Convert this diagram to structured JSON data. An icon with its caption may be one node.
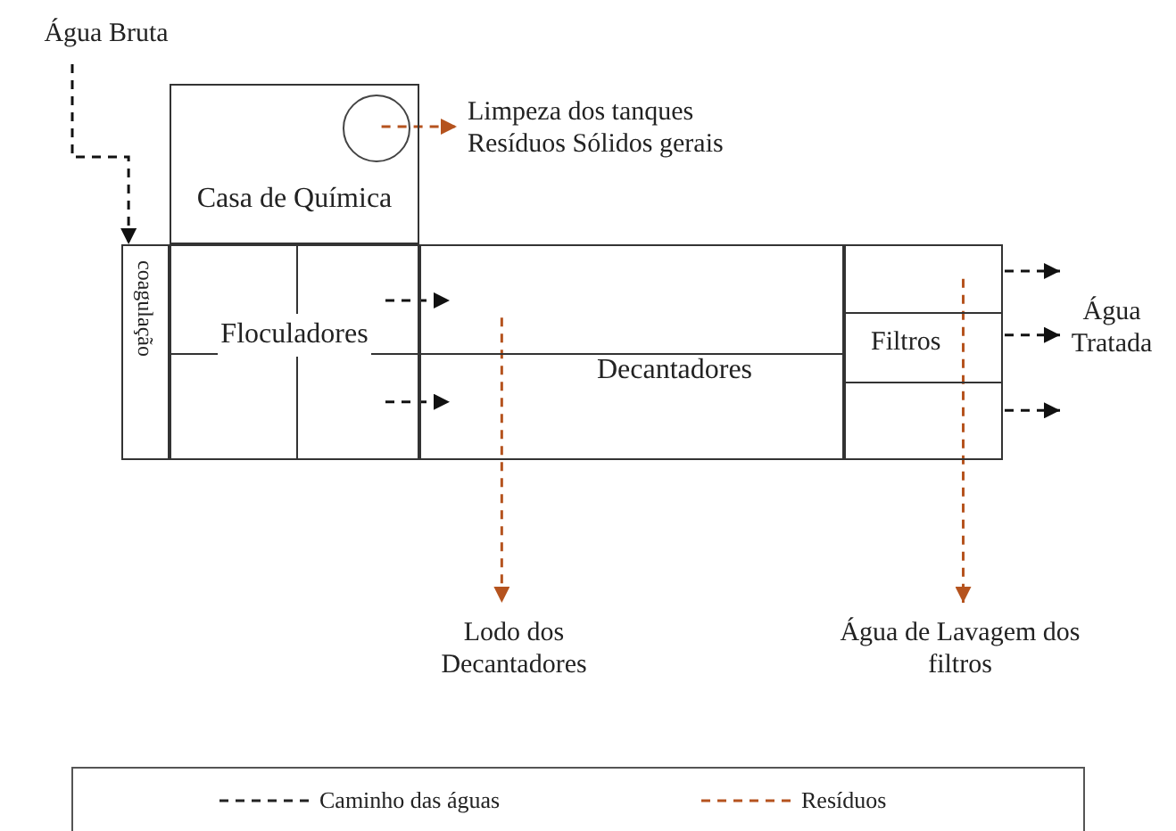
{
  "diagram": {
    "nodes": [
      {
        "text": [
          "Água Bruta"
        ]
      },
      {
        "text": [
          "Casa de Química"
        ]
      },
      {
        "text": [],
        "shape": "circle",
        "in": 1
      },
      {
        "text": [
          "Limpeza dos tanques Resíduos Sólidos gerais"
        ]
      },
      {
        "text": [
          "coagulação"
        ]
      },
      {
        "text": [
          "Floculadores"
        ]
      },
      {
        "text": [
          "Decantadores"
        ]
      },
      {
        "text": [
          "Filtros"
        ]
      },
      {
        "text": [
          "Água Tratada"
        ]
      },
      {
        "text": [
          "Lodo dos Decantadores"
        ]
      },
      {
        "text": [
          "Água de Lavagem dos filtros"
        ]
      }
    ],
    "edges": [
      {
        "from": 0,
        "to": 4,
        "arrow": "to",
        "style": "dashed"
      },
      {
        "from": 5,
        "to": 6,
        "arrow": "to",
        "style": "dashed"
      },
      {
        "from": 5,
        "to": 6,
        "arrow": "to",
        "style": "dashed"
      },
      {
        "from": 2,
        "to": 3,
        "arrow": "to",
        "style": "dashed",
        "color": "#b5531e"
      },
      {
        "from": 6,
        "to": 9,
        "arrow": "to",
        "style": "dashed",
        "color": "#b5531e"
      },
      {
        "from": 7,
        "to": 10,
        "arrow": "to",
        "style": "dashed",
        "color": "#b5531e"
      },
      {
        "from": 7,
        "to": 8,
        "arrow": "to",
        "style": "dashed"
      },
      {
        "from": 7,
        "to": 8,
        "arrow": "to",
        "style": "dashed"
      },
      {
        "from": 7,
        "to": 8,
        "arrow": "to",
        "style": "dashed"
      }
    ],
    "legend": [
      {
        "text": "Caminho das águas"
      },
      {
        "text": "Resíduos"
      }
    ]
  }
}
